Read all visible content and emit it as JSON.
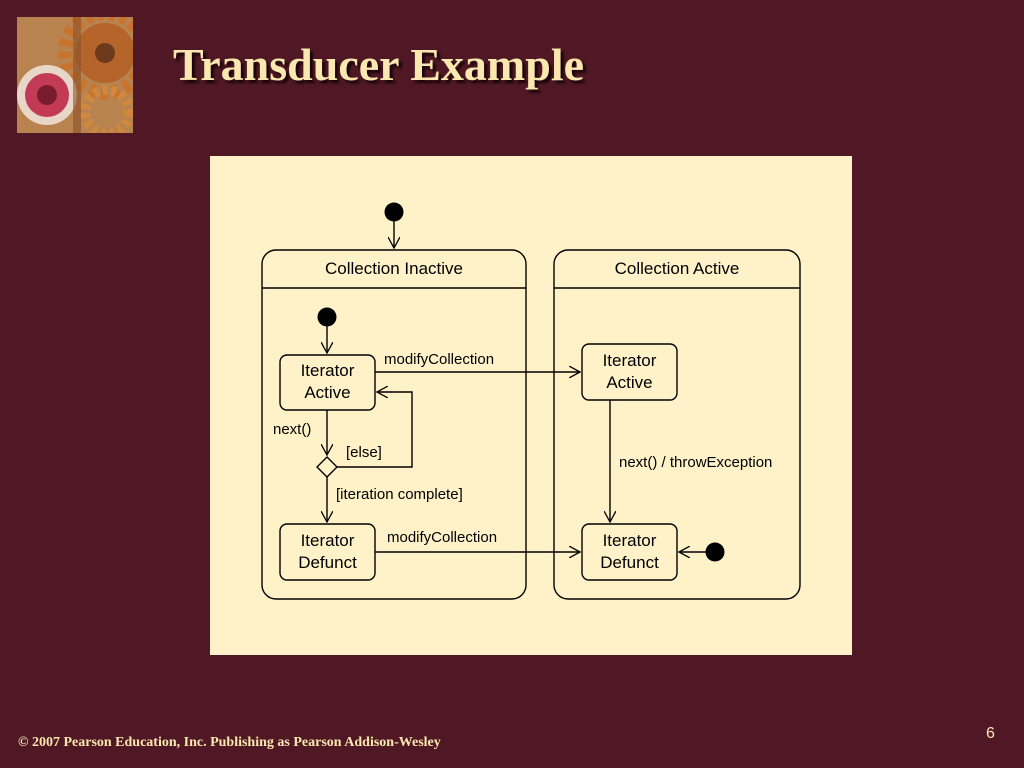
{
  "slide": {
    "title": "Transducer Example",
    "footer": "© 2007 Pearson Education, Inc. Publishing as Pearson Addison-Wesley",
    "page_number": "6",
    "logo_icon": "gears-image"
  },
  "diagram": {
    "composite_states": [
      {
        "name": "Collection Inactive"
      },
      {
        "name": "Collection Active"
      }
    ],
    "states": {
      "inactive_active": [
        "Iterator",
        "Active"
      ],
      "inactive_defunct": [
        "Iterator",
        "Defunct"
      ],
      "active_active": [
        "Iterator",
        "Active"
      ],
      "active_defunct": [
        "Iterator",
        "Defunct"
      ]
    },
    "transitions": {
      "modify_top": "modifyCollection",
      "modify_bottom": "modifyCollection",
      "next": "next()",
      "else_guard": "[else]",
      "complete_guard": "[iteration complete]",
      "next_throw": "next() / throwException"
    }
  }
}
